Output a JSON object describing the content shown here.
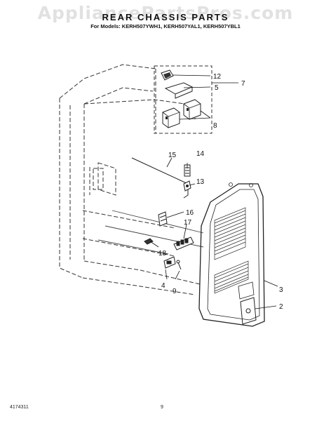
{
  "watermark": "AppliancePartsPros.com",
  "title": "REAR CHASSIS PARTS",
  "subtitle": "For Models: KERH507YWH1, KERH507YAL1, KERH507YBL1",
  "footer": {
    "doc_number": "4174311",
    "page_number": "9"
  },
  "callouts": {
    "c12": "12",
    "c5": "5",
    "c7": "7",
    "c8": "8",
    "c15": "15",
    "c14": "14",
    "c13": "13",
    "c16": "16",
    "c17": "17",
    "c18": "18",
    "c4": "4",
    "c9": "9",
    "c3": "3",
    "c2": "2"
  }
}
